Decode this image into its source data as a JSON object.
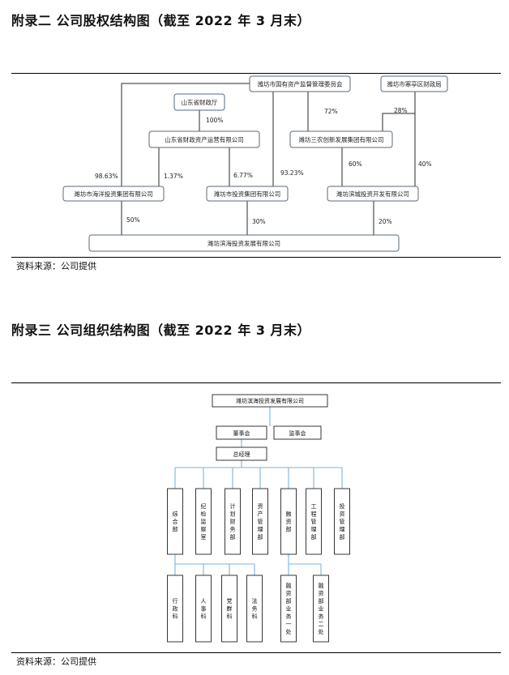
{
  "section2": {
    "title": "附录二  公司股权结构图（截至 2022 年 3 月末）",
    "source": "资料来源：公司提供",
    "nodes": {
      "sasac": "潍坊市国有资产监督管理委员会",
      "hanting": "潍坊市寒亭区财政局",
      "sd_finance": "山东省财政厅",
      "sd_capital": "山东省财政资产运营有限公司",
      "sanli": "潍坊三农创新发展集团有限公司",
      "haiyang": "潍坊市海洋投资集团有限公司",
      "invest_group": "潍坊市投资集团有限公司",
      "binhai_city": "潍坊滨城投资开发有限公司",
      "target": "潍坊滨海投资发展有限公司"
    },
    "percent": {
      "sd_finance_to_capital": "100%",
      "sasac_to_sanli": "72%",
      "hanting_to_sanli": "28%",
      "sasac_to_haiyang": "98.63%",
      "capital_to_haiyang": "1.37%",
      "capital_to_invest": "6.77%",
      "sasac_to_invest": "93.23%",
      "sanli_to_bincity": "60%",
      "hanting_to_bincity": "40%",
      "haiyang_to_target": "50%",
      "invest_to_target": "30%",
      "bincity_to_target": "20%"
    }
  },
  "section3": {
    "title": "附录三  公司组织结构图（截至 2022 年 3 月末）",
    "source": "资料来源：公司提供",
    "company": "潍坊滨海投资发展有限公司",
    "board": "董事会",
    "supervisors": "监事会",
    "gm": "总经理",
    "departments": [
      "综合部",
      "纪检监察室",
      "计划财务部",
      "资产管理部",
      "融资部",
      "工程管理部",
      "投资管理部"
    ],
    "admin_subs": [
      "行政科",
      "人事科",
      "党群科",
      "法务科"
    ],
    "finance_subs": [
      "融资部业务一处",
      "融资部业务二处"
    ]
  }
}
